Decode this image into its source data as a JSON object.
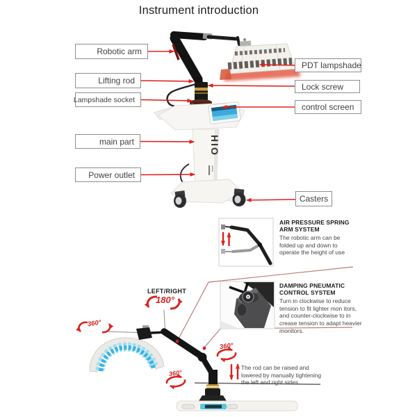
{
  "title": "Instrument introduction",
  "brand": "HIO",
  "part_labels": {
    "robotic_arm": "Robotic arm",
    "lifting_rod": "Lifting rod",
    "lampshade_socket": "Lampshade socket",
    "main_part": "main part",
    "power_outlet": "Power outlet",
    "pdt_lampshade": "PDT lampshade",
    "lock_screw": "Lock screw",
    "control_screen": "control screen",
    "casters": "Casters"
  },
  "features": {
    "air_pressure": {
      "title": "AIR PRESSURE SPRING ARM SYSTEM",
      "body": "The robotic arm can be folded up and down to operate the height of use"
    },
    "damping": {
      "title": "DAMPING PNEUMATIC CONTROL SYSTEM",
      "body": "Turn in clockwise to reduce tension to fit lighter mon itors, and counter-clockwise to in crease tension to adapt heavier monitors."
    },
    "rod_note": "The rod can be raised and lowered by manually tightening the left and right sides."
  },
  "rotation": {
    "left_right": "LEFT/RIGHT",
    "deg_180": "180°",
    "deg_360": "360°"
  },
  "colors": {
    "arrow_red": "#e0201c",
    "rotation_red": "#d6231f",
    "leader_line": "#b97d7d",
    "label_border": "#8d8d8d",
    "led_cyan": "#3db4e0",
    "screen_blue": "#3fa9d9",
    "gold": "#c79e37",
    "arm_black": "#161616"
  }
}
